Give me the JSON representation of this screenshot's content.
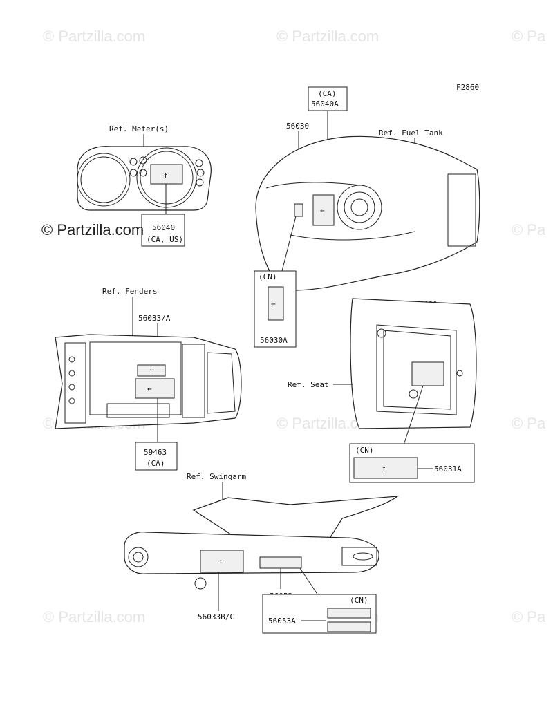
{
  "diagram_code": "F2860",
  "watermark": {
    "brand": "© Partzilla.com",
    "short": "© Pa"
  },
  "references": {
    "meter": "Ref. Meter(s)",
    "fuel_tank": "Ref. Fuel Tank",
    "fenders": "Ref. Fenders",
    "seat": "Ref. Seat",
    "swingarm": "Ref. Swingarm"
  },
  "parts": {
    "p56040_num": "56040",
    "p56040_note": "(CA, US)",
    "p56040A_note": "(CA)",
    "p56040A_num": "56040A",
    "p56030": "56030",
    "p56030A_note": "(CN)",
    "p56030A_num": "56030A",
    "p56031": "56031",
    "p56031A_note": "(CN)",
    "p56031A_num": "56031A",
    "p56033A": "56033/A",
    "p59463_num": "59463",
    "p59463_note": "(CA)",
    "p56033BC": "56033B/C",
    "p56053": "56053",
    "p56053A_note": "(CN)",
    "p56053A_num": "56053A"
  },
  "arrow_glyph": "↑",
  "arrow_left_glyph": "←"
}
